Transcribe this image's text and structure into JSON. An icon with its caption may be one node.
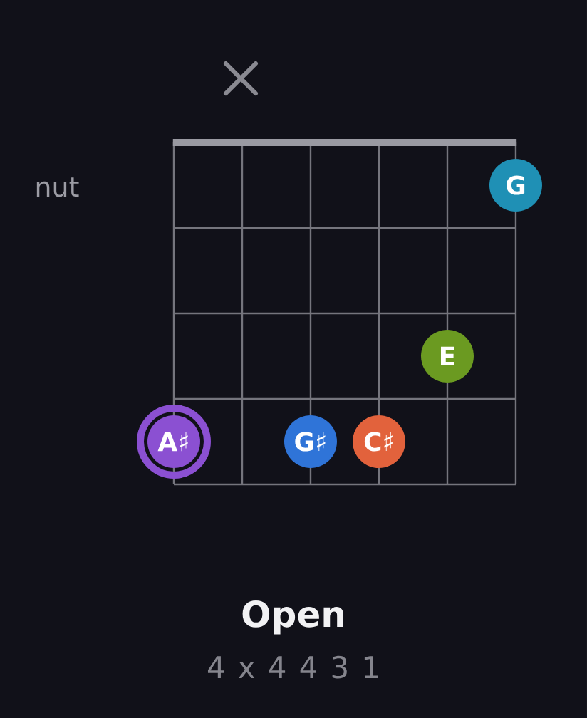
{
  "diagram": {
    "title": "Open",
    "nodes": [
      {
        "text": [
          "G"
        ]
      },
      {
        "text": [
          "E"
        ]
      },
      {
        "text": [
          "A♯"
        ]
      },
      {
        "text": [
          "G♯"
        ]
      },
      {
        "text": [
          "C♯"
        ]
      }
    ],
    "labels": [
      "nut",
      "4 x 4 4 3 1"
    ]
  }
}
